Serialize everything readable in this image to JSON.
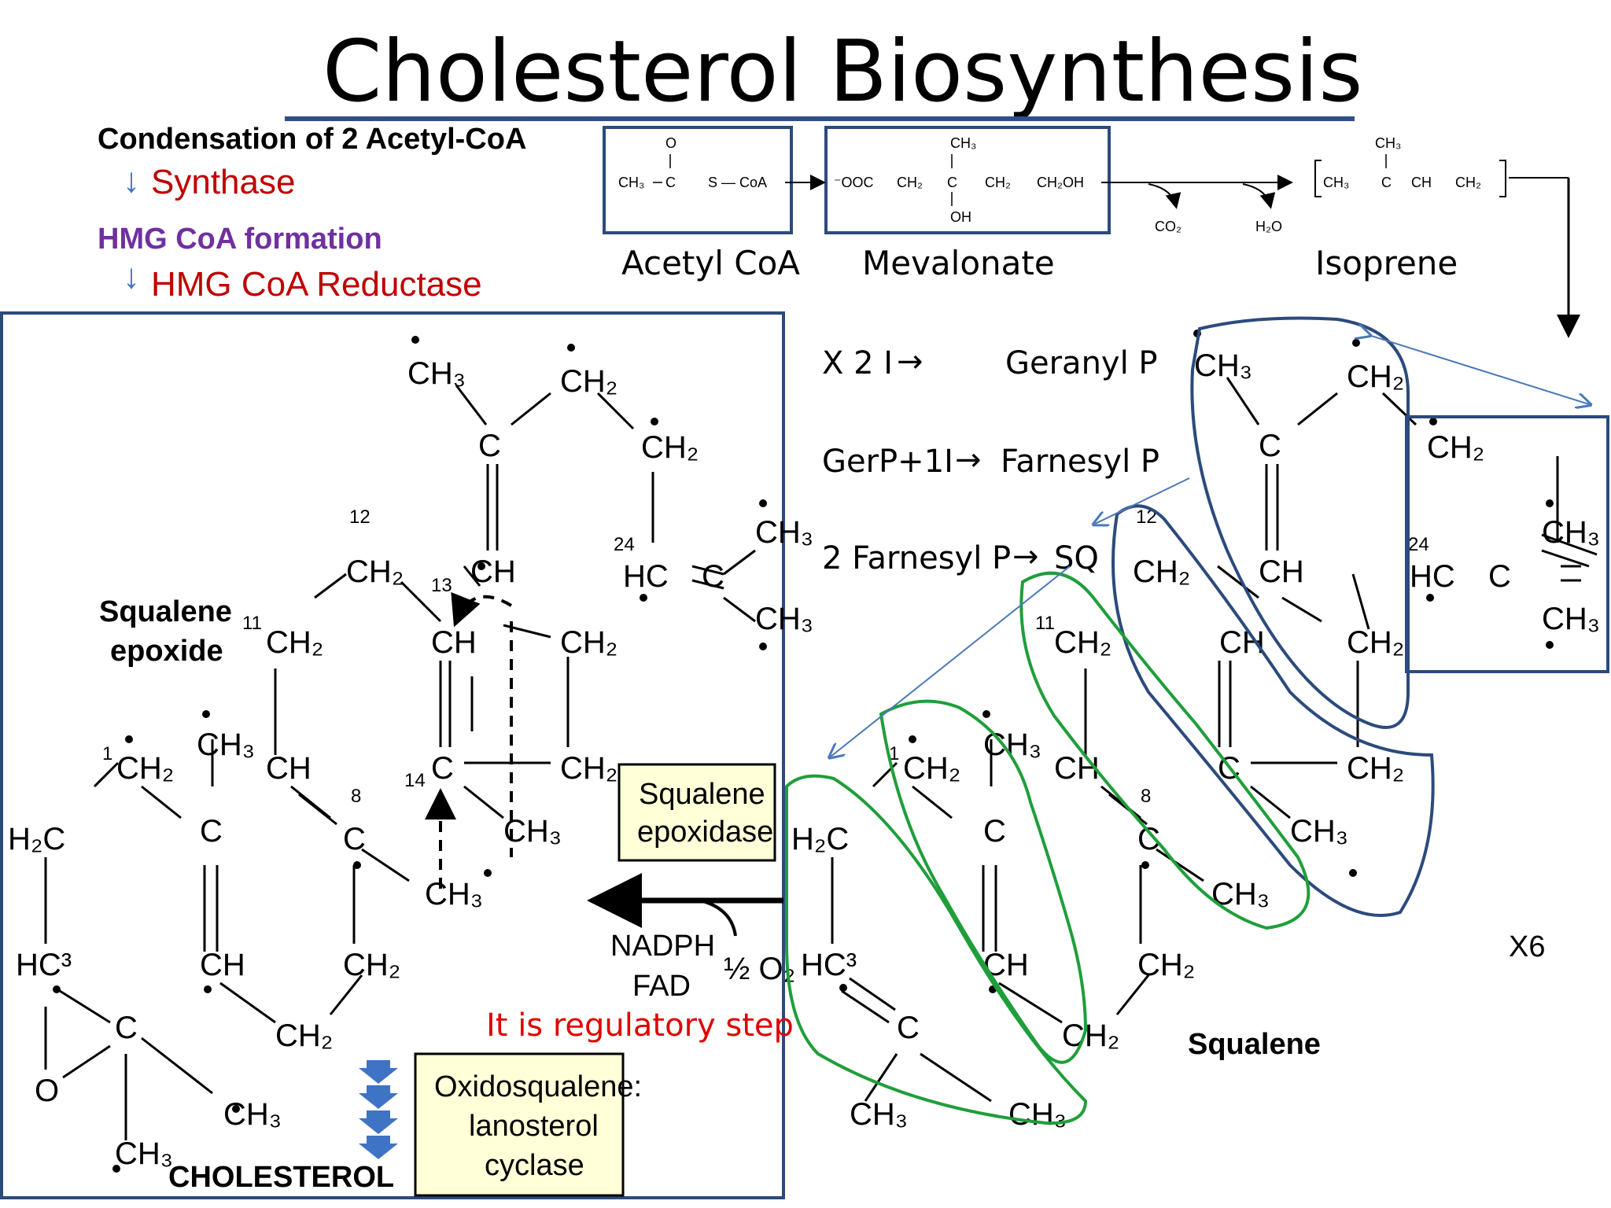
{
  "title": "Cholesterol Biosynthesis",
  "steps": {
    "condensation": "Condensation of 2 Acetyl-CoA",
    "synthase": "Synthase",
    "hmg_formation": "HMG CoA formation",
    "hmg_reductase": "HMG CoA Reductase"
  },
  "top_labels": {
    "acetyl_coa": "Acetyl CoA",
    "mevalonate": "Mevalonate",
    "isoprene": "Isoprene"
  },
  "reactions": [
    {
      "left": "X 2 I",
      "right": "Geranyl P"
    },
    {
      "left": "GerP+1I",
      "right": "Farnesyl P"
    },
    {
      "left": "2 Farnesyl P",
      "right": "SQ"
    }
  ],
  "arrow_glyph": "→",
  "down_arrow_glyph": "↓",
  "enzymes": {
    "epoxidase": [
      "Squalene",
      "epoxidase"
    ],
    "cyclase": [
      "Oxidosqualene:",
      "lanosterol",
      "cyclase"
    ]
  },
  "cofactors": {
    "nadph": "NADPH",
    "fad": "FAD",
    "o2": "½ O₂"
  },
  "molecule_labels": {
    "squalene_epoxide": [
      "Squalene",
      "epoxide"
    ],
    "squalene": "Squalene",
    "x6": "X6"
  },
  "regulatory_note": "It is regulatory step",
  "cholesterol": "CHOLESTEROL",
  "chem": {
    "ch3": "CH₃",
    "ch2": "CH₂",
    "ch": "CH",
    "c": "C",
    "hc": "HC",
    "o": "O",
    "h2c": "H₂C",
    "hc3": "HC³",
    "ch2oh": "CH₂OH",
    "oh": "OH",
    "coa": "S — CoA",
    "ooc": "⁻OOC",
    "co2": "CO₂",
    "h2o": "H₂O",
    "n1": "1",
    "n3": "3",
    "n8": "8",
    "n11": "11",
    "n12": "12",
    "n13": "13",
    "n14": "14",
    "n24": "24"
  },
  "colors": {
    "title_rule": "#2f4f86",
    "box_border": "#2c4a7c",
    "enzyme_red": "#c00000",
    "hmg_purple": "#7030a0",
    "note_red": "#e00000",
    "green_outline": "#1f9e3a",
    "blue_outline": "#2c4a7c",
    "thin_arrow": "#4a78b8",
    "down_chevron": "#3f73c4",
    "enzyme_box_fill": "#ffffd8"
  }
}
